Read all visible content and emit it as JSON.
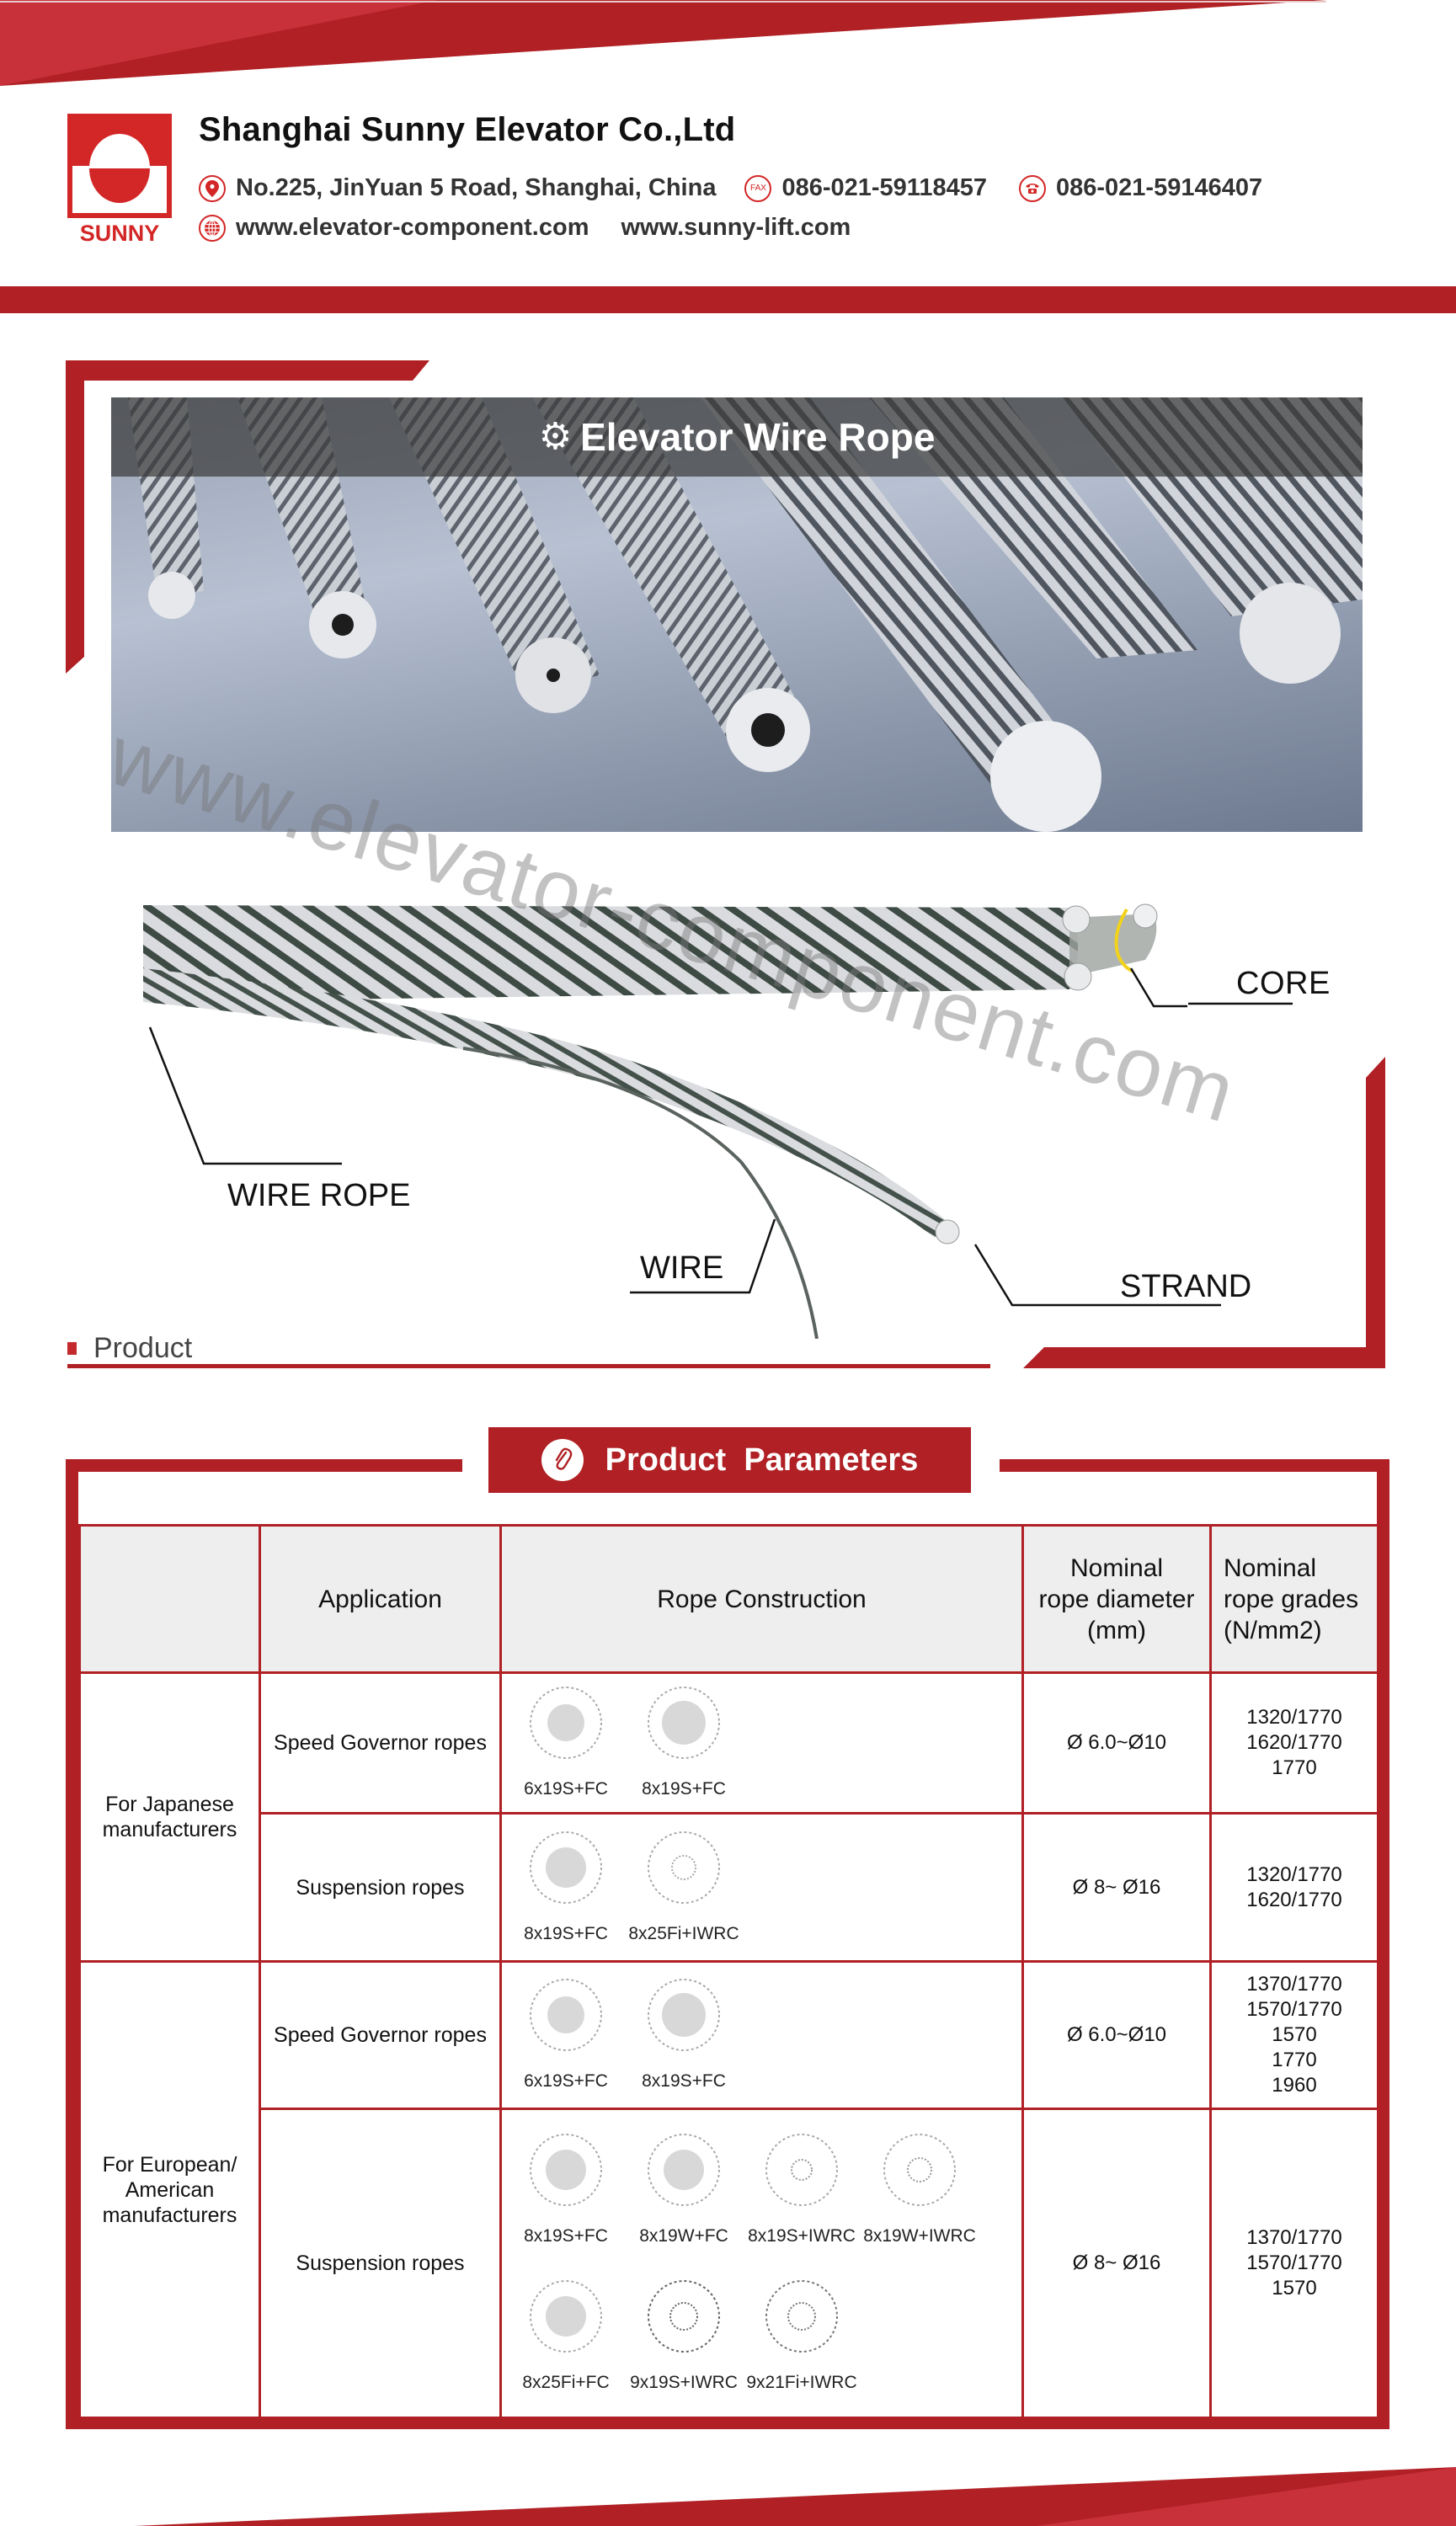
{
  "header": {
    "logo_text": "SUNNY",
    "company_name": "Shanghai Sunny Elevator Co.,Ltd",
    "address_icon": "location-pin-icon",
    "address": "No.225, JinYuan 5 Road, Shanghai, China",
    "fax_icon": "fax-icon",
    "fax_icon_label": "FAX",
    "fax": "086-021-59118457",
    "phone_icon": "telephone-icon",
    "phone": "086-021-59146407",
    "web_icon": "globe-icon",
    "website_1": "www.elevator-component.com",
    "website_2": "www.sunny-lift.com"
  },
  "banner": {
    "icon": "gear-icon",
    "icon_glyph": "⚙",
    "title": "Elevator Wire Rope"
  },
  "watermark": "www.elevator-component.com",
  "diagram": {
    "labels": {
      "core": "CORE",
      "wire_rope": "WIRE ROPE",
      "wire": "WIRE",
      "strand": "STRAND"
    }
  },
  "product_section": {
    "label": "Product"
  },
  "params": {
    "title": "Product  Parameters",
    "icon": "paperclip-icon",
    "icon_glyph": "🖇",
    "columns": [
      "",
      "Application",
      "Rope Construction",
      "Nominal rope diameter (mm)",
      "Nominal rope grades (N/mm2)"
    ],
    "header": {
      "col0": "",
      "col1": "Application",
      "col2": "Rope Construction",
      "col3_l1": "Nominal",
      "col3_l2": "rope diameter",
      "col3_l3": "(mm)",
      "col4_l1": "Nominal",
      "col4_l2": "rope grades",
      "col4_l3": "(N/mm2)"
    },
    "groups": [
      {
        "name_l1": "For Japanese",
        "name_l2": "manufacturers",
        "rows": [
          {
            "application": "Speed Governor ropes",
            "constructions": [
              "6x19S+FC",
              "8x19S+FC"
            ],
            "diameter": "Ø 6.0~Ø10",
            "grades": [
              "1320/1770",
              "1620/1770",
              "1770"
            ]
          },
          {
            "application": "Suspension ropes",
            "constructions": [
              "8x19S+FC",
              "8x25Fi+IWRC"
            ],
            "diameter": "Ø 8~ Ø16",
            "grades": [
              "1320/1770",
              "1620/1770"
            ]
          }
        ]
      },
      {
        "name_l1": "For European/",
        "name_l2": "American",
        "name_l3": "manufacturers",
        "rows": [
          {
            "application": "Speed Governor ropes",
            "constructions": [
              "6x19S+FC",
              "8x19S+FC"
            ],
            "diameter": "Ø 6.0~Ø10",
            "grades": [
              "1370/1770",
              "1570/1770",
              "1570",
              "1770",
              "1960"
            ]
          },
          {
            "application": "Suspension ropes",
            "constructions": [
              "8x19S+FC",
              "8x19W+FC",
              "8x19S+IWRC",
              "8x19W+IWRC",
              "8x25Fi+FC",
              "9x19S+IWRC",
              "9x21Fi+IWRC"
            ],
            "diameter": "Ø 8~ Ø16",
            "grades": [
              "1370/1770",
              "1570/1770",
              "1570"
            ]
          }
        ]
      }
    ]
  },
  "colors": {
    "brand_red": "#b02024",
    "logo_red": "#d32626",
    "light_red": "#c8303a",
    "header_gray": "#eeeeee",
    "banner_bar": "#3c3c3c"
  }
}
